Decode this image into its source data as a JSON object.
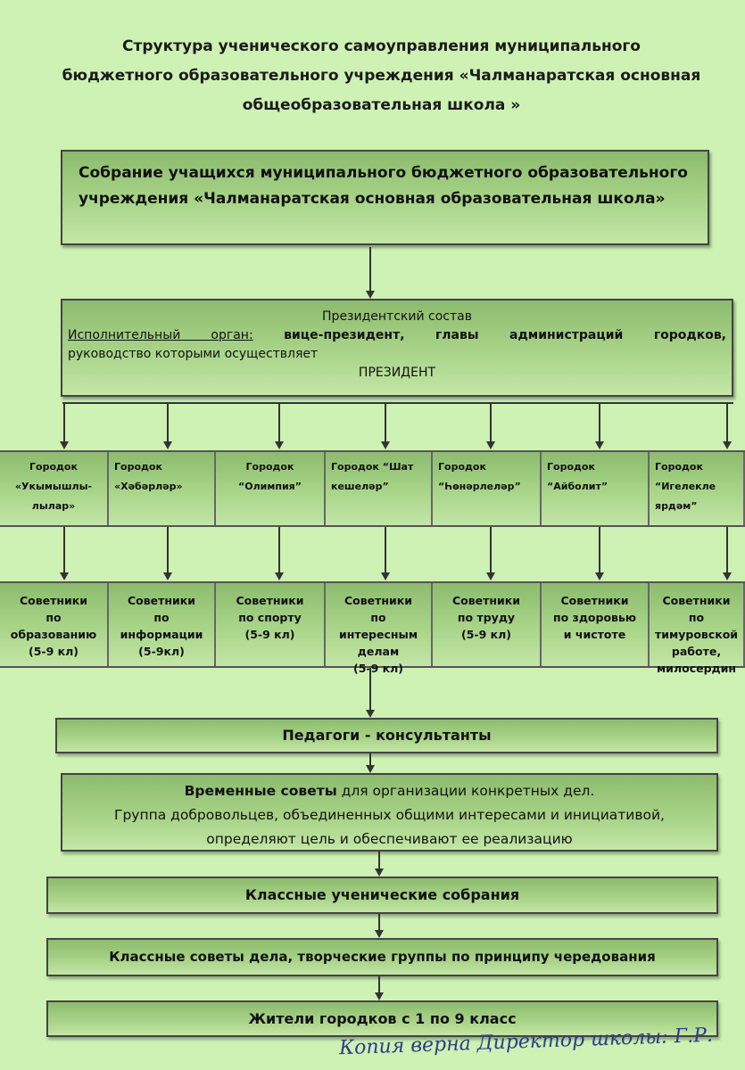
{
  "title": "Структура ученического самоуправления муниципального бюджетного образовательного учреждения «Чалманаратская основная общеобразовательная школа »",
  "title_lines": [
    "Структура ученического самоуправления муниципального",
    "бюджетного образовательного учреждения  «Чалманаратская основная",
    "общеобразовательная школа »"
  ],
  "assembly": "Собрание учащихся муниципального бюджетного образовательного учреждения «Чалманаратская основная  образовательная школа»",
  "presidential": {
    "heading": "Президентский состав",
    "exec_label": "Исполнительный орган:",
    "exec_text": " вице-президент, главы администраций городков,",
    "line2": "руководство которыми осуществляет",
    "president": "ПРЕЗИДЕНТ"
  },
  "towns": [
    {
      "l1": "Городок",
      "l2": "«Укымышлы-",
      "l3": "лылар»"
    },
    {
      "l1": "Городок",
      "l2": "«Хәбәрләр»",
      "l3": ""
    },
    {
      "l1": "Городок",
      "l2": "“Олимпия”",
      "l3": ""
    },
    {
      "l1": "Городок “Шат",
      "l2": "кешеләр”",
      "l3": ""
    },
    {
      "l1": "Городок",
      "l2": "“Һөнәрлеләр”",
      "l3": ""
    },
    {
      "l1": "Городок",
      "l2": "“Айболит”",
      "l3": ""
    },
    {
      "l1": "Городок",
      "l2": "“Игелекле",
      "l3": "ярдәм”"
    }
  ],
  "advisers": [
    "Советники\nпо\nобразованию\n(5-9 кл)",
    "Советники\nпо\nинформации\n(5-9кл)",
    "Советники\nпо  спорту\n(5-9 кл)",
    "Советники\nпо\nинтересным\nделам\n(5-9 кл)",
    "Советники\nпо труду\n(5-9 кл)",
    "Советники\nпо здоровью\nи чистоте",
    "Советники\nпо\nтимуровской\nработе,\nмилосердин"
  ],
  "pedagogues": "Педагоги - консультанты",
  "temporary": {
    "bold": "Временные советы",
    "rest": " для организации конкретных дел.",
    "line2": "Группа добровольцев, объединенных общими интересами и инициативой,",
    "line3": "определяют цель и обеспечивают ее реализацию"
  },
  "class_meetings": "Классные ученические собрания",
  "class_councils": "Классные советы дела, творческие группы по принципу чередования",
  "residents": "Жители городков с 1 по 9 класс",
  "signature": "Копия верна Директор школы: Г.Р."
}
